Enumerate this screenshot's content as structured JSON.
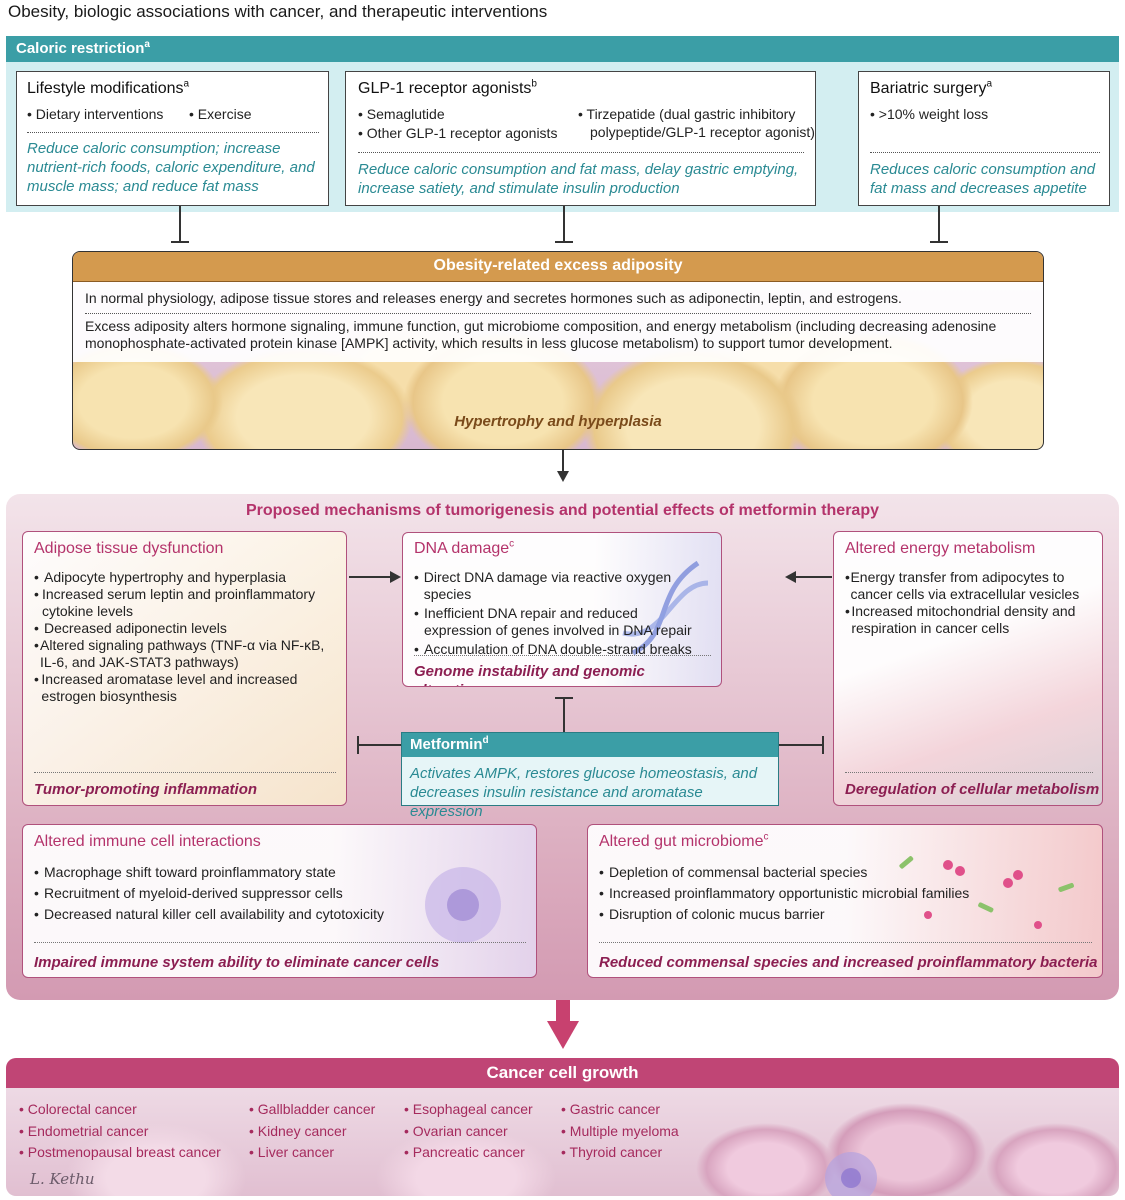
{
  "title": "Obesity, biologic associations with cancer, and therapeutic interventions",
  "caloric": {
    "header": "Caloric restriction",
    "header_sup": "a",
    "boxes": [
      {
        "title": "Lifestyle modifications",
        "sup": "a",
        "bullets": [
          "• Dietary interventions",
          "• Exercise"
        ],
        "effect": "Reduce caloric consumption; increase nutrient-rich foods, caloric expenditure, and muscle mass; and reduce fat mass"
      },
      {
        "title": "GLP-1 receptor agonists",
        "sup": "b",
        "bullets": [
          "• Semaglutide",
          "• Other GLP-1 receptor agonists",
          "• Tirzepatide (dual gastric inhibitory",
          "polypeptide/GLP-1 receptor agonist)"
        ],
        "effect": "Reduce caloric consumption and fat mass, delay gastric emptying, increase satiety, and stimulate insulin production"
      },
      {
        "title": "Bariatric surgery",
        "sup": "a",
        "bullets": [
          "• >10% weight loss"
        ],
        "effect": "Reduces caloric consumption and fat mass and decreases appetite"
      }
    ]
  },
  "adiposity": {
    "header": "Obesity-related excess adiposity",
    "line1": "In normal physiology, adipose tissue stores and releases energy and secretes hormones such as adiponectin, leptin, and estrogens.",
    "line2": "Excess adiposity alters hormone signaling, immune function, gut microbiome composition, and energy metabolism (including decreasing adenosine monophosphate-activated protein kinase [AMPK] activity, which results in less glucose metabolism) to support tumor development.",
    "caption": "Hypertrophy and hyperplasia"
  },
  "mechanisms": {
    "header": "Proposed mechanisms of tumorigenesis and potential effects of metformin therapy",
    "adipose": {
      "title": "Adipose tissue dysfunction",
      "bullets": [
        "Adipocyte hypertrophy and hyperplasia",
        "Increased serum leptin and proinflammatory cytokine levels",
        "Decreased adiponectin levels",
        "Altered signaling pathways (TNF-α via NF-κB, IL-6, and JAK-STAT3 pathways)",
        "Increased aromatase level and increased estrogen biosynthesis"
      ],
      "outcome": "Tumor-promoting inflammation"
    },
    "dna": {
      "title": "DNA damage",
      "sup": "c",
      "bullets": [
        "Direct DNA damage via reactive oxygen species",
        "Inefficient DNA repair and reduced expression of genes involved in DNA repair",
        "Accumulation of DNA double-strand breaks"
      ],
      "outcome": "Genome instability and genomic alterations"
    },
    "energy": {
      "title": "Altered energy metabolism",
      "bullets": [
        "Energy transfer from adipocytes to cancer cells via extracellular vesicles",
        "Increased mitochondrial density and respiration in cancer cells"
      ],
      "outcome": "Deregulation of cellular metabolism"
    },
    "metformin": {
      "title": "Metformin",
      "sup": "d",
      "effect": "Activates AMPK, restores glucose homeostasis, and decreases insulin resistance and aromatase expression"
    },
    "immune": {
      "title": "Altered immune cell interactions",
      "bullets": [
        "Macrophage shift toward proinflammatory state",
        "Recruitment of myeloid-derived suppressor cells",
        "Decreased natural killer cell availability and cytotoxicity"
      ],
      "outcome": "Impaired immune system ability to eliminate cancer cells"
    },
    "gut": {
      "title": "Altered gut microbiome",
      "sup": "c",
      "bullets": [
        "Depletion of commensal bacterial species",
        "Increased proinflammatory opportunistic microbial families",
        "Disruption of colonic mucus barrier"
      ],
      "outcome": "Reduced commensal species and increased proinflammatory bacteria"
    }
  },
  "cancer": {
    "header": "Cancer cell growth",
    "col1": [
      "• Colorectal cancer",
      "• Endometrial cancer",
      "• Postmenopausal breast cancer"
    ],
    "col2": [
      "• Gallbladder cancer",
      "• Kidney cancer",
      "• Liver cancer"
    ],
    "col3": [
      "• Esophageal cancer",
      "• Ovarian cancer",
      "• Pancreatic cancer"
    ],
    "col4": [
      "• Gastric cancer",
      "• Multiple myeloma",
      "• Thyroid cancer"
    ]
  },
  "signature": "L. Kethu",
  "colors": {
    "teal": "#3b9ea6",
    "magenta": "#b4336b",
    "orange": "#d49a4e",
    "cancer": "#c04575"
  }
}
